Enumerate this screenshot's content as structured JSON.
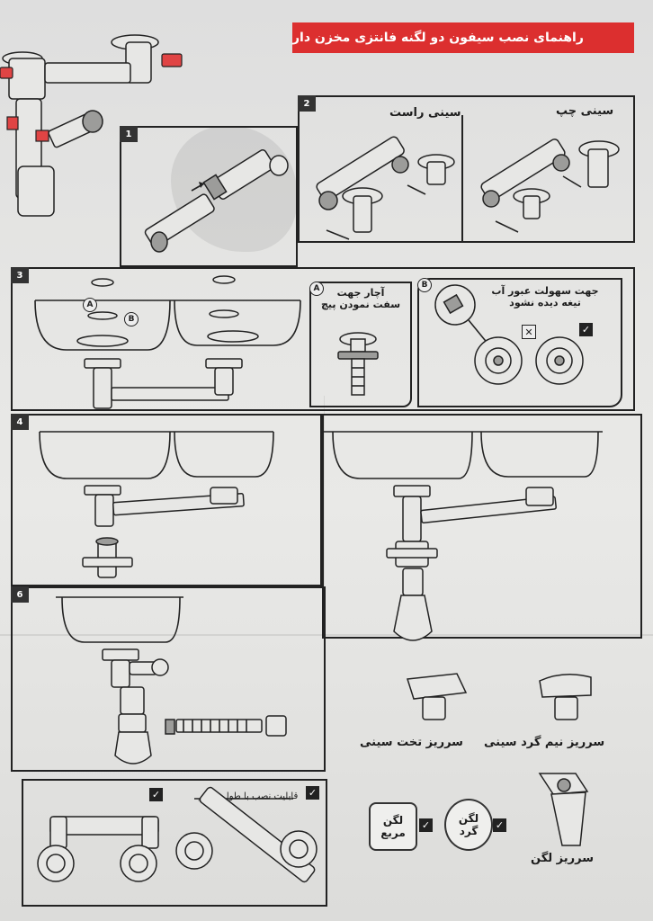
{
  "document": {
    "title": "راهنمای نصب سیفون دو لگنه فانتزی مخزن دار",
    "accent_color": "#dc2f2f"
  },
  "steps": {
    "s1": "1",
    "s2": "2",
    "s3": "3",
    "s4": "4",
    "s6": "6"
  },
  "step2": {
    "right_tray": "سینی راست",
    "left_tray": "سینی چپ"
  },
  "step3": {
    "marker_a": "A",
    "marker_b": "B",
    "inset_a_title": "آچار جهت\nسفت نمودن پیچ",
    "inset_b_title": "جهت سهولت عبور آب\nتیغه دیده نشود"
  },
  "bottom": {
    "extended_install_note": "قابلیت نصب با طول بیشتر",
    "overflow_flat": "سرریز تخت سینی",
    "overflow_half_round": "سرریز نیم گرد سینی",
    "overflow_bowl": "سرریز لگن",
    "square_bowl": "لگن\nمربع",
    "round_bowl": "لگن\nگرد"
  },
  "icons": {
    "check": "check-icon",
    "cross": "cross-icon"
  }
}
